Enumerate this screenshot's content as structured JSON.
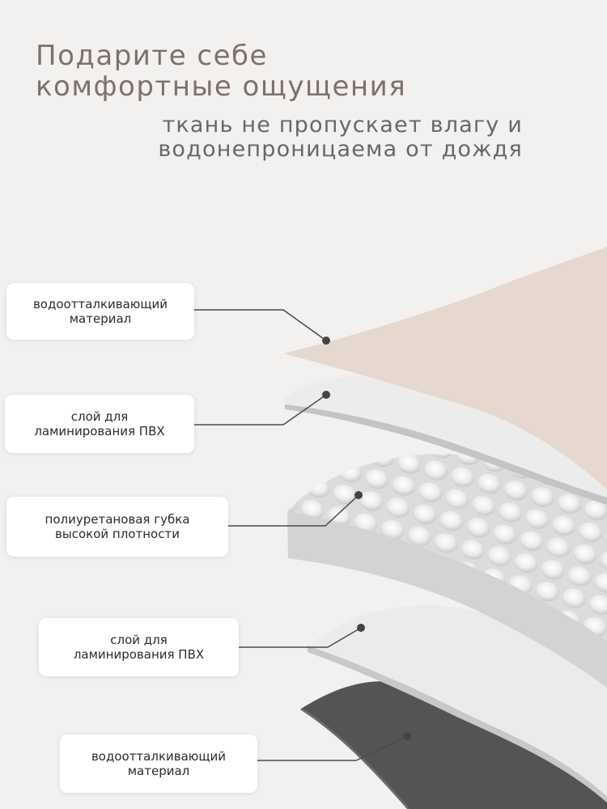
{
  "headline": {
    "line1": "Подарите себе",
    "line2": "комфортные ощущения"
  },
  "subheadline": {
    "line1": "ткань не пропускает влагу и",
    "line2": "водонепроницаема от дождя"
  },
  "layers": [
    {
      "line1": "водоотталкивающий",
      "line2": "материал"
    },
    {
      "line1": "слой для",
      "line2": "ламинирования ПВХ"
    },
    {
      "line1": "полиуретановая губка",
      "line2": "высокой плотности"
    },
    {
      "line1": "слой для",
      "line2": "ламинирования ПВХ"
    },
    {
      "line1": "водоотталкивающий",
      "line2": "материал"
    }
  ],
  "colors": {
    "background": "#f2f1ef",
    "headline": "#7f706b",
    "subheadline": "#686766",
    "top_layer": "#e6d7cf",
    "laminate_layer": "#e9e9e9",
    "foam_layer": "#d4d4d2",
    "bottom_layer": "#555555",
    "leader_line": "#4a4a4a"
  }
}
